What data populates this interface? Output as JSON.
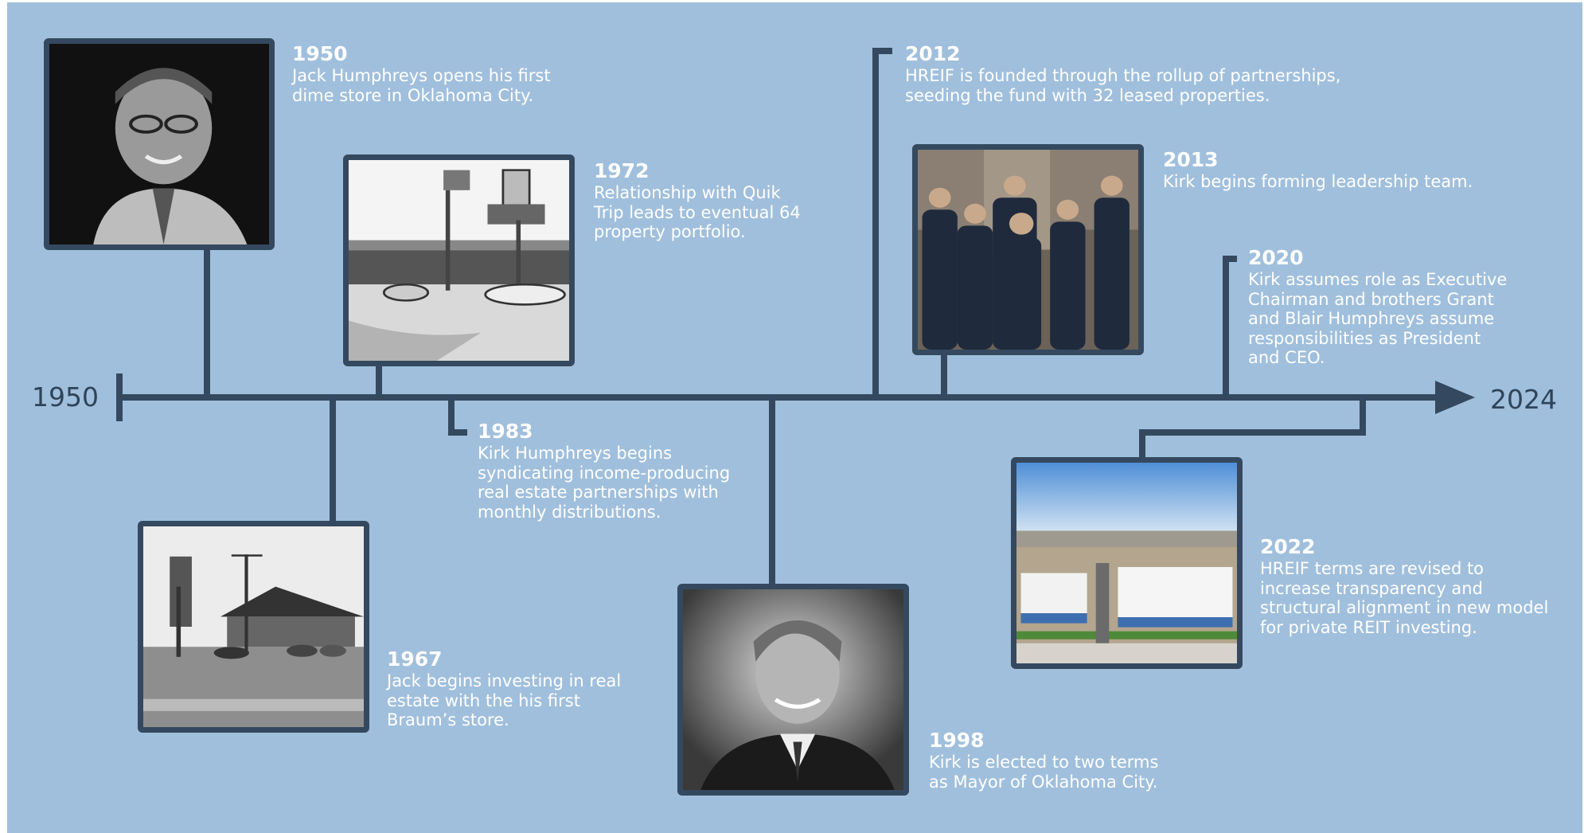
{
  "timeline": {
    "start_label": "1950",
    "end_label": "2024"
  },
  "events": [
    {
      "year": "1950",
      "text": "Jack Humphreys opens his first dime store in Oklahoma City.",
      "photo": "portrait-of-jack-humphreys"
    },
    {
      "year": "1967",
      "text": "Jack begins investing in real estate with the his first Braum’s store.",
      "photo": "braums-store-photo"
    },
    {
      "year": "1972",
      "text": "Relationship with Quik Trip leads to eventual 64 property portfolio.",
      "photo": "quiktrip-store-photo"
    },
    {
      "year": "1983",
      "text": "Kirk Humphreys begins syndicating income-producing real estate partnerships with monthly distributions."
    },
    {
      "year": "1998",
      "text": "Kirk is elected to two terms as Mayor of Oklahoma City.",
      "photo": "portrait-of-kirk-humphreys"
    },
    {
      "year": "2012",
      "text": "HREIF is founded through the rollup of partnerships, seeding the fund with 32 leased properties."
    },
    {
      "year": "2013",
      "text": "Kirk begins forming leadership team.",
      "photo": "leadership-team-photo"
    },
    {
      "year": "2020",
      "text": "Kirk assumes role as Executive Chairman and brothers Grant and Blair Humphreys assume responsibilities as President and CEO."
    },
    {
      "year": "2022",
      "text": "HREIF terms are revised to increase transparency and structural alignment in new model for private REIT investing.",
      "photo": "industrial-park-aerial-photo"
    }
  ],
  "colors": {
    "background": "#a0bfdc",
    "line": "#34495f",
    "text": "#ffffff",
    "end_labels": "#2f4459"
  }
}
